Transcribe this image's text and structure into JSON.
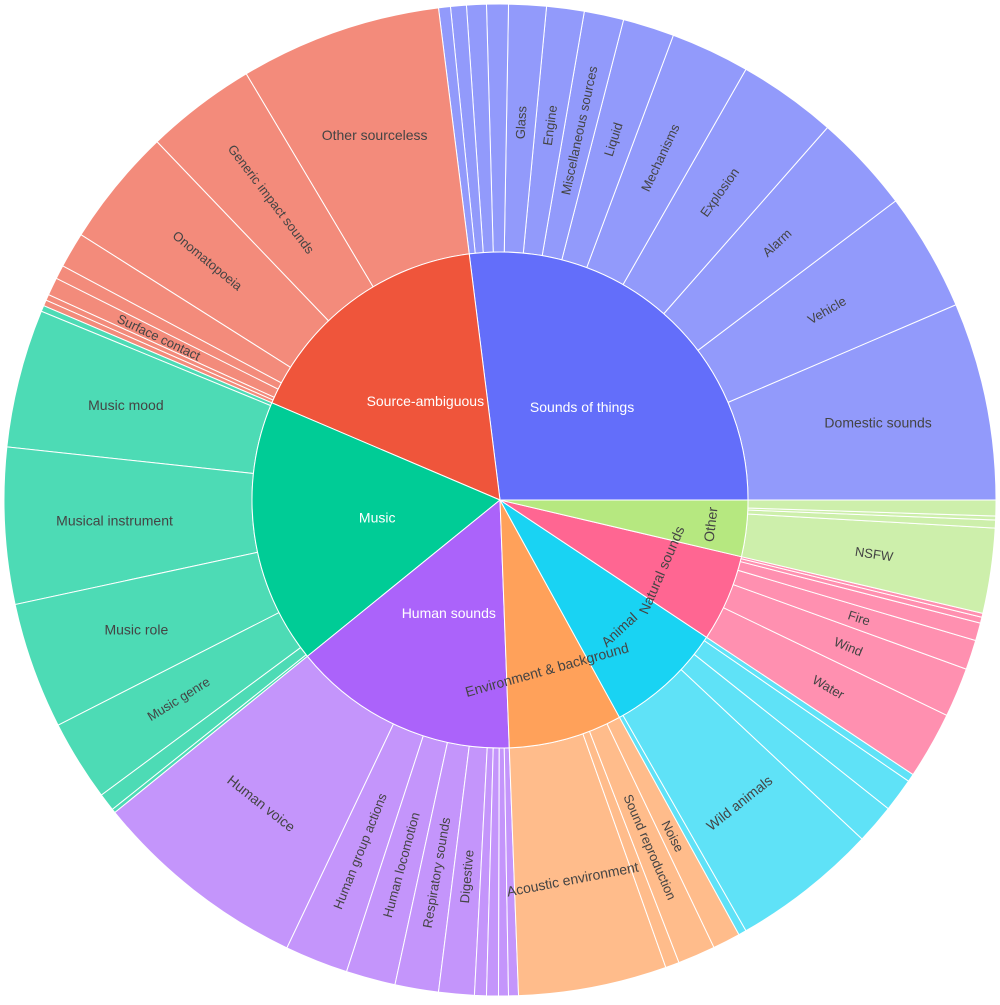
{
  "chart_data": {
    "type": "sunburst",
    "colors": {
      "Sounds of things": "#636efa",
      "Natural sounds": "#ff6692",
      "Other": "#b6e880",
      "Animal": "#19d3f3",
      "Environment & background": "#ffa15a",
      "Human sounds": "#ab63fa",
      "Music": "#00cc96",
      "Source-ambiguous": "#ef553b"
    },
    "outer_colors": {
      "Sounds of things": "#929afb",
      "Natural sounds": "#ff90b0",
      "Other": "#cdefab",
      "Animal": "#5fe2f7",
      "Environment & background": "#ffbc8b",
      "Human sounds": "#c495fb",
      "Music": "#4ddbb5",
      "Source-ambiguous": "#f38b7b"
    },
    "categories": [
      {
        "name": "Sounds of things",
        "label": "Sounds of things",
        "children": [
          {
            "name": "Domestic sounds",
            "label": "Domestic sounds",
            "value": 10.0
          },
          {
            "name": "Vehicle",
            "label": "Vehicle",
            "value": 6.0
          },
          {
            "name": "Alarm",
            "label": "Alarm",
            "value": 5.0
          },
          {
            "name": "Explosion",
            "label": "Explosion",
            "value": 5.0
          },
          {
            "name": "Mechanisms",
            "label": "Mechanisms",
            "value": 4.0
          },
          {
            "name": "Liquid",
            "label": "Liquid",
            "value": 2.6
          },
          {
            "name": "Miscellaneous sources",
            "label": "Miscellaneous sources",
            "value": 2.0
          },
          {
            "name": "Engine",
            "label": "Engine",
            "value": 1.9
          },
          {
            "name": "Glass",
            "label": "Glass",
            "value": 1.9
          },
          {
            "name": "small-1",
            "label": "",
            "value": 1.1
          },
          {
            "name": "small-2",
            "label": "",
            "value": 1.0
          },
          {
            "name": "small-3",
            "label": "",
            "value": 0.8
          },
          {
            "name": "small-4",
            "label": "",
            "value": 0.6
          }
        ]
      },
      {
        "name": "Source-ambiguous",
        "label": "Source-ambiguous",
        "children": [
          {
            "name": "Other sourceless",
            "label": "Other sourceless",
            "value": 10.2
          },
          {
            "name": "Generic impact sounds",
            "label": "Generic impact sounds",
            "value": 5.6
          },
          {
            "name": "Onomatopoeia",
            "label": "Onomatopoeia",
            "value": 6.0
          },
          {
            "name": "small-5",
            "label": "",
            "value": 1.8
          },
          {
            "name": "small-6",
            "label": "",
            "value": 0.7
          },
          {
            "name": "Surface contact",
            "label": "Surface contact",
            "value": 0.9
          },
          {
            "name": "small-7",
            "label": "",
            "value": 0.3
          },
          {
            "name": "small-8",
            "label": "",
            "value": 0.3
          }
        ]
      },
      {
        "name": "Music",
        "label": "Music",
        "children": [
          {
            "name": "small-9",
            "label": "",
            "value": 0.3
          },
          {
            "name": "Music mood",
            "label": "Music mood",
            "value": 7.0
          },
          {
            "name": "Musical instrument",
            "label": "Musical instrument",
            "value": 7.9
          },
          {
            "name": "Music role",
            "label": "Music role",
            "value": 6.4
          },
          {
            "name": "Music genre",
            "label": "Music genre",
            "value": 4.1
          },
          {
            "name": "small-10",
            "label": "",
            "value": 0.9
          },
          {
            "name": "small-11",
            "label": "",
            "value": 0.2
          }
        ]
      },
      {
        "name": "Human sounds",
        "label": "Human sounds",
        "children": [
          {
            "name": "Human voice",
            "label": "Human voice",
            "value": 11.0
          },
          {
            "name": "Human group actions",
            "label": "Human group actions",
            "value": 3.2
          },
          {
            "name": "Human locomotion",
            "label": "Human locomotion",
            "value": 2.5
          },
          {
            "name": "Respiratory sounds",
            "label": "Respiratory sounds",
            "value": 2.2
          },
          {
            "name": "Digestive",
            "label": "Digestive",
            "value": 1.8
          },
          {
            "name": "small-12",
            "label": "",
            "value": 0.6
          },
          {
            "name": "small-13",
            "label": "",
            "value": 0.6
          },
          {
            "name": "small-14",
            "label": "",
            "value": 0.5
          },
          {
            "name": "small-15",
            "label": "",
            "value": 0.5
          }
        ]
      },
      {
        "name": "Environment & background",
        "label": "Environment & background",
        "children": [
          {
            "name": "Acoustic environment",
            "label": "Acoustic environment",
            "value": 7.5
          },
          {
            "name": "small-16",
            "label": "",
            "value": 0.7
          },
          {
            "name": "Sound reproduction",
            "label": "Sound reproduction",
            "value": 1.9
          },
          {
            "name": "Noise",
            "label": "Noise",
            "value": 1.4
          }
        ]
      },
      {
        "name": "Animal",
        "label": "Animal",
        "children": [
          {
            "name": "small-17",
            "label": "",
            "value": 0.4
          },
          {
            "name": "Wild animals",
            "label": "Wild animals",
            "value": 7.4
          },
          {
            "name": "small-18",
            "label": "",
            "value": 2.0
          },
          {
            "name": "small-19",
            "label": "",
            "value": 1.7
          },
          {
            "name": "small-20",
            "label": "",
            "value": 0.4
          }
        ]
      },
      {
        "name": "Natural sounds",
        "label": "Natural sounds",
        "children": [
          {
            "name": "Water",
            "label": "Water",
            "value": 3.4
          },
          {
            "name": "Wind",
            "label": "Wind",
            "value": 2.5
          },
          {
            "name": "Fire",
            "label": "Fire",
            "value": 1.5
          },
          {
            "name": "small-21",
            "label": "",
            "value": 0.9
          },
          {
            "name": "small-22",
            "label": "",
            "value": 0.3
          },
          {
            "name": "small-23",
            "label": "",
            "value": 0.2
          }
        ]
      },
      {
        "name": "Other",
        "label": "Other",
        "children": [
          {
            "name": "NSFW",
            "label": "NSFW",
            "value": 4.3
          },
          {
            "name": "small-24",
            "label": "",
            "value": 0.4
          },
          {
            "name": "small-25",
            "label": "",
            "value": 0.2
          },
          {
            "name": "small-26",
            "label": "",
            "value": 0.8
          }
        ]
      }
    ]
  }
}
